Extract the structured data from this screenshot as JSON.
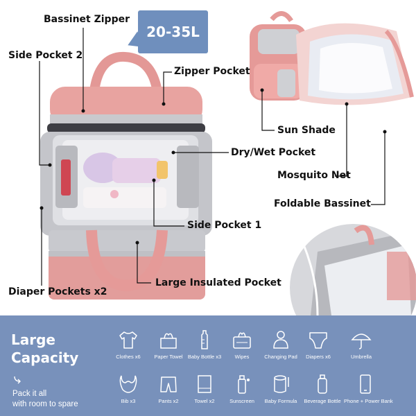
{
  "capacity_badge": "20-35L",
  "callouts": {
    "bassinet_zipper": "Bassinet Zipper",
    "side_pocket_2": "Side Pocket 2",
    "zipper_pocket": "Zipper Pocket",
    "sun_shade": "Sun Shade",
    "dry_wet_pocket": "Dry/Wet Pocket",
    "mosquito_net": "Mosquito Net",
    "foldable_bassinet": "Foldable Bassinet",
    "side_pocket_1": "Side Pocket 1",
    "large_insulated_pocket": "Large Insulated Pocket",
    "diaper_pockets": "Diaper Pockets x2"
  },
  "banner": {
    "title_line1": "Large",
    "title_line2": "Capacity",
    "sub_line1": "Pack it all",
    "sub_line2": "with room to spare",
    "items": [
      {
        "label": "Clothes x6",
        "icon": "shirt-icon"
      },
      {
        "label": "Paper Towel",
        "icon": "tissue-box-icon"
      },
      {
        "label": "Baby Bottle x3",
        "icon": "baby-bottle-icon"
      },
      {
        "label": "Wipes",
        "icon": "wipes-icon"
      },
      {
        "label": "Changing Pad",
        "icon": "changing-pad-icon"
      },
      {
        "label": "Diapers x6",
        "icon": "diaper-icon"
      },
      {
        "label": "Umbrella",
        "icon": "umbrella-icon"
      },
      {
        "label": "Bib x3",
        "icon": "bib-icon"
      },
      {
        "label": "Pants x2",
        "icon": "pants-icon"
      },
      {
        "label": "Towel x2",
        "icon": "towel-icon"
      },
      {
        "label": "Sunscreen",
        "icon": "sunscreen-icon"
      },
      {
        "label": "Baby Formula",
        "icon": "formula-can-icon"
      },
      {
        "label": "Beverage Bottle",
        "icon": "beverage-bottle-icon"
      },
      {
        "label": "Phone + Power Bank",
        "icon": "phone-icon"
      }
    ]
  },
  "colors": {
    "bag_pink": "#e59a98",
    "bag_grey": "#cfd0d4",
    "banner_blue": "#7891bb",
    "badge_blue": "#6f8fbd"
  }
}
